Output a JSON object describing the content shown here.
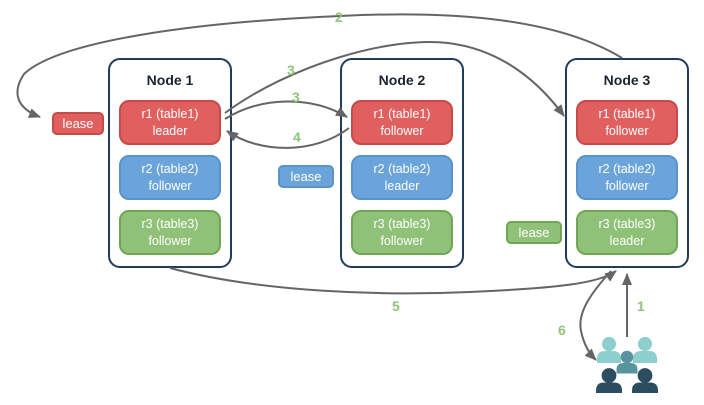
{
  "nodes": [
    {
      "title": "Node 1",
      "replicas": [
        {
          "name": "r1 (table1)",
          "role": "leader",
          "color": "red"
        },
        {
          "name": "r2 (table2)",
          "role": "follower",
          "color": "blue"
        },
        {
          "name": "r3 (table3)",
          "role": "follower",
          "color": "green"
        }
      ]
    },
    {
      "title": "Node 2",
      "replicas": [
        {
          "name": "r1 (table1)",
          "role": "follower",
          "color": "red"
        },
        {
          "name": "r2 (table2)",
          "role": "leader",
          "color": "blue"
        },
        {
          "name": "r3 (table3)",
          "role": "follower",
          "color": "green"
        }
      ]
    },
    {
      "title": "Node 3",
      "replicas": [
        {
          "name": "r1 (table1)",
          "role": "follower",
          "color": "red"
        },
        {
          "name": "r2 (table2)",
          "role": "follower",
          "color": "blue"
        },
        {
          "name": "r3 (table3)",
          "role": "leader",
          "color": "green"
        }
      ]
    }
  ],
  "leases": {
    "red": "lease",
    "blue": "lease",
    "green": "lease"
  },
  "arrow_labels": {
    "n1": "1",
    "n2": "2",
    "n3_to_node3": "3",
    "n3_to_node2": "3",
    "n4": "4",
    "n5": "5",
    "n6": "6"
  },
  "icons": {
    "users_group": "users-group-icon"
  },
  "colors": {
    "node_border": "#223a5e",
    "title_text": "#1b2430",
    "red_fill": "#e05f5f",
    "red_border": "#c84a48",
    "blue_fill": "#6aa4da",
    "blue_border": "#5a93c9",
    "green_fill": "#90c178",
    "green_border": "#6fa653",
    "arrow": "#656565",
    "num_green": "#90c47a",
    "people_light": "#8ccfcd",
    "people_mid": "#58949f",
    "people_dark": "#2c4d5f"
  }
}
